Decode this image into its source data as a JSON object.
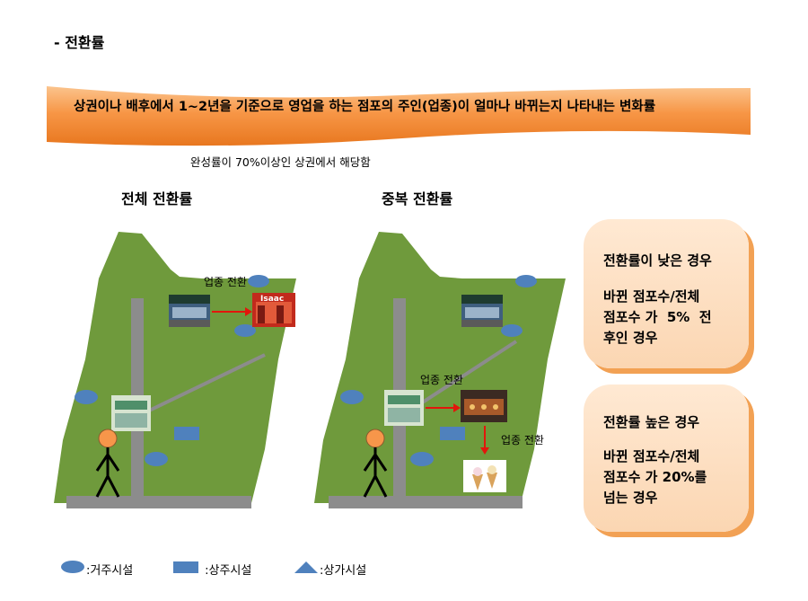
{
  "title": "- 전환률",
  "banner": {
    "text": "상권이나 배후에서  1~2년을 기준으로 영업을 하는 점포의 주인(업종)이 얼마나 바뀌는지 나타내는 변화률"
  },
  "note": "완성률이 70%이상인 상권에서 해당함",
  "panels": {
    "left_title": "전체 전환률",
    "right_title": "중복 전환률",
    "label_conversion": "업종 전환",
    "sign_isaac": "Isaac"
  },
  "cards": [
    {
      "heading": "전환률이 낮은 경우",
      "line1": "바뀐 점포수/전체",
      "line2": "점포수 가  5%  전",
      "line3": "후인 경우"
    },
    {
      "heading": "전환률 높은 경우",
      "line1": "바뀐 점포수/전체",
      "line2": "점포수 가 20%를",
      "line3": "넘는 경우"
    }
  ],
  "legend": {
    "residential": ":거주시설",
    "mixed": " :상주시설",
    "commercial": ":상가시설"
  },
  "colors": {
    "map_green": "#6f9a3c",
    "road_gray": "#8c8c8c",
    "marker_blue": "#4f81bd",
    "banner_orange": "#f79646",
    "person_orange": "#f7964a",
    "arrow_red": "#e3160b"
  }
}
